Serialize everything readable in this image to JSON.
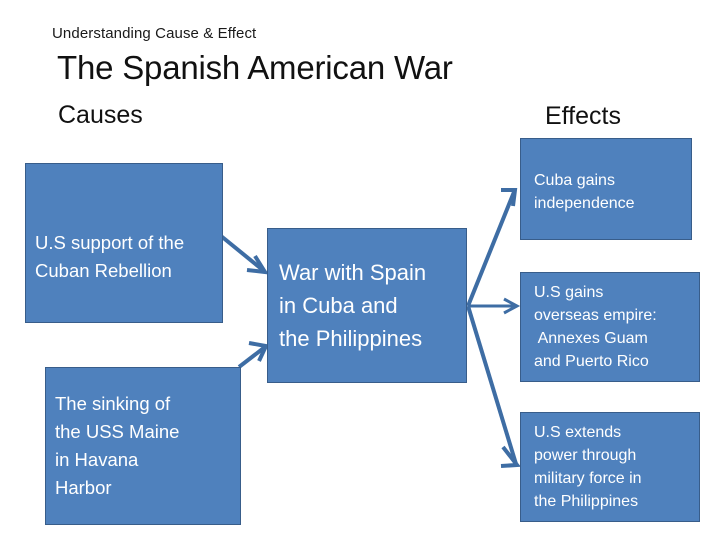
{
  "slide": {
    "kicker": "Understanding Cause & Effect",
    "title": "The Spanish American War",
    "columns": {
      "causes_label": "Causes",
      "effects_label": "Effects"
    },
    "colors": {
      "node_fill": "#4F81BD",
      "node_border": "#385D8A",
      "connector": "#3E6DA4",
      "node_text": "#FFFFFF",
      "heading_text": "#111111",
      "background": "#FFFFFF"
    }
  },
  "causes": [
    {
      "id": "cause-1",
      "lines": [
        "U.S support of the",
        "Cuban Rebellion"
      ]
    },
    {
      "id": "cause-2",
      "lines": [
        "The sinking of",
        "the USS Maine",
        "in Havana",
        "Harbor"
      ]
    }
  ],
  "center": {
    "id": "center",
    "lines": [
      "War with Spain",
      "in Cuba and",
      "the Philippines"
    ]
  },
  "effects": [
    {
      "id": "effect-1",
      "lines": [
        "Cuba gains",
        "independence"
      ]
    },
    {
      "id": "effect-2",
      "lines": [
        "U.S gains",
        "overseas empire:",
        " Annexes Guam",
        "and Puerto Rico"
      ]
    },
    {
      "id": "effect-3",
      "lines": [
        "U.S extends",
        "power through",
        "military force in",
        "the Philippines"
      ]
    }
  ],
  "connectors": [
    {
      "id": "arrow-cause1-to-center",
      "from": "cause-1",
      "to": "center",
      "direction": "down-right"
    },
    {
      "id": "arrow-cause2-to-center",
      "from": "cause-2",
      "to": "center",
      "direction": "up-right"
    },
    {
      "id": "arrow-center-to-effect1",
      "from": "center",
      "to": "effect-1",
      "direction": "up-right"
    },
    {
      "id": "arrow-center-to-effect2",
      "from": "center",
      "to": "effect-2",
      "direction": "right"
    },
    {
      "id": "arrow-center-to-effect3",
      "from": "center",
      "to": "effect-3",
      "direction": "down-right"
    }
  ]
}
